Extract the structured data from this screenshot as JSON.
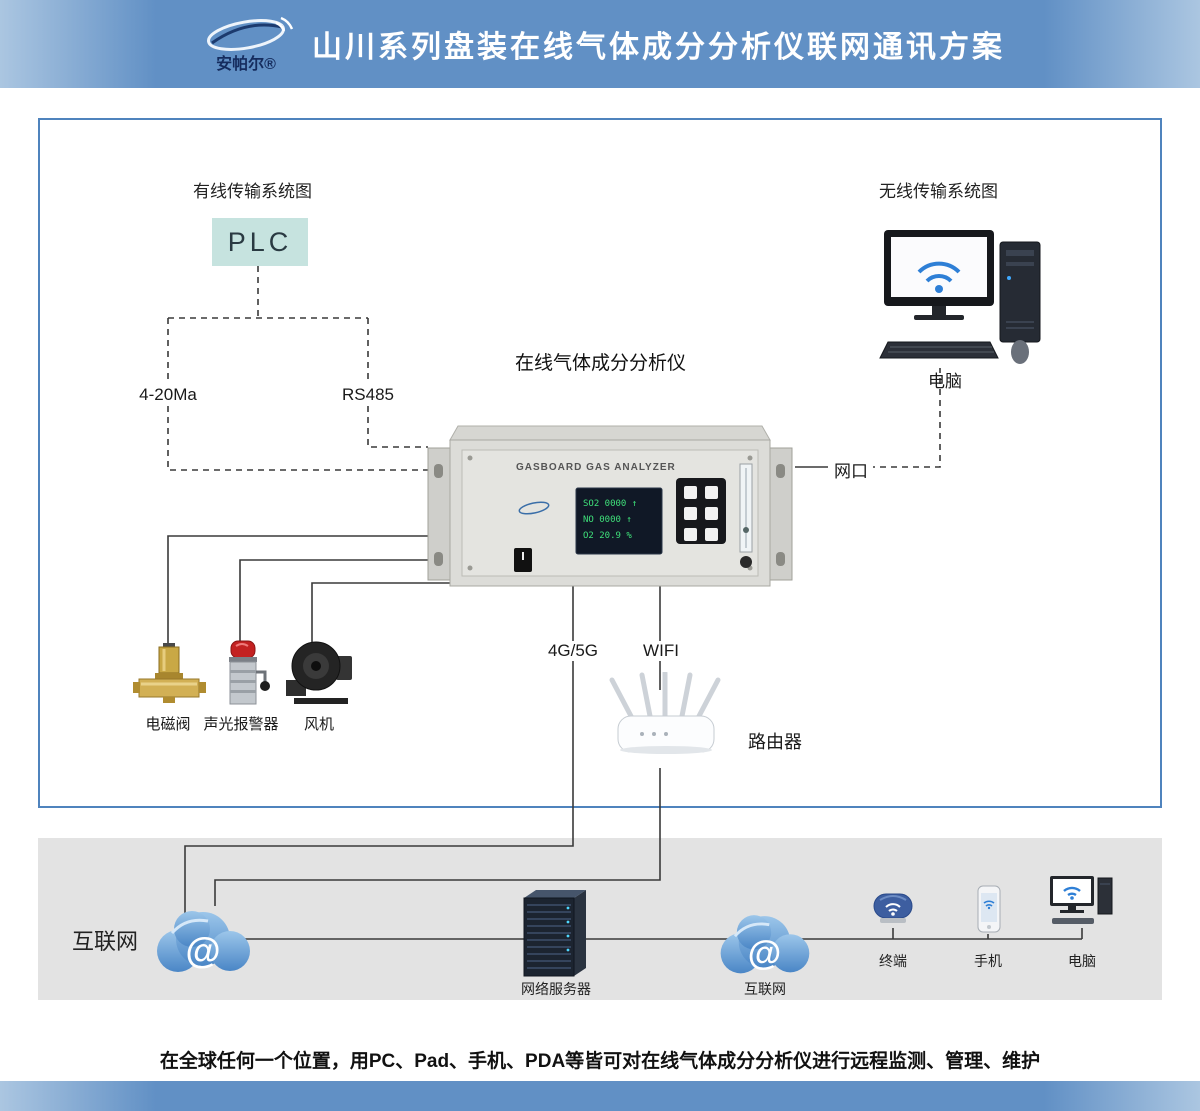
{
  "header": {
    "logo_text": "安帕尔®",
    "title": "山川系列盘装在线气体成分分析仪联网通讯方案"
  },
  "diagram": {
    "wired_title": "有线传输系统图",
    "wireless_title": "无线传输系统图",
    "plc_label": "PLC",
    "label_4_20ma": "4-20Ma",
    "label_rs485": "RS485",
    "analyzer_title": "在线气体成分分析仪",
    "analyzer_brand": "GASBOARD GAS ANALYZER",
    "analyzer_screen": [
      "SO2 0000 ↑",
      "NO 0000 ↑",
      "O2 20.9 %"
    ],
    "label_lan_port": "网口",
    "label_computer": "电脑",
    "label_4g5g": "4G/5G",
    "label_wifi": "WIFI",
    "label_router": "路由器",
    "label_valve": "电磁阀",
    "label_alarm": "声光报警器",
    "label_fan": "风机"
  },
  "internet": {
    "label_internet_main": "互联网",
    "at_symbol": "@",
    "label_server": "网络服务器",
    "label_internet_cloud": "互联网",
    "label_terminal": "终端",
    "label_phone": "手机",
    "label_pc": "电脑"
  },
  "caption": "在全球任何一个位置，用PC、Pad、手机、PDA等皆可对在线气体成分分析仪进行远程监测、管理、维护",
  "colors": {
    "header_blue": "#6190c5",
    "border_blue": "#4f83bd",
    "plc_bg": "#c6e3df",
    "section_gray": "#e3e3e3",
    "screen_green": "#3fe07a",
    "wifi_blue": "#2e7fd6"
  }
}
